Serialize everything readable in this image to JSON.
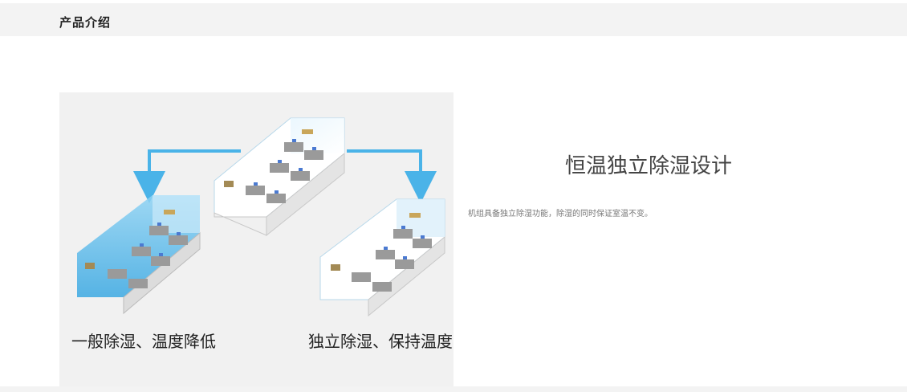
{
  "header": {
    "title": "产品介绍"
  },
  "illustration": {
    "caption_left": "一般除湿、温度降低",
    "caption_right": "独立除湿、保持温度"
  },
  "feature": {
    "title": "恒温独立除湿设计",
    "description": "机组具备独立除湿功能，除湿的同时保证室温不变。"
  },
  "colors": {
    "arrow": "#4ab3e8",
    "room_blue": "#5bbcea",
    "header_bg": "#f3f3f3",
    "illustration_bg": "#f1f1f1"
  }
}
